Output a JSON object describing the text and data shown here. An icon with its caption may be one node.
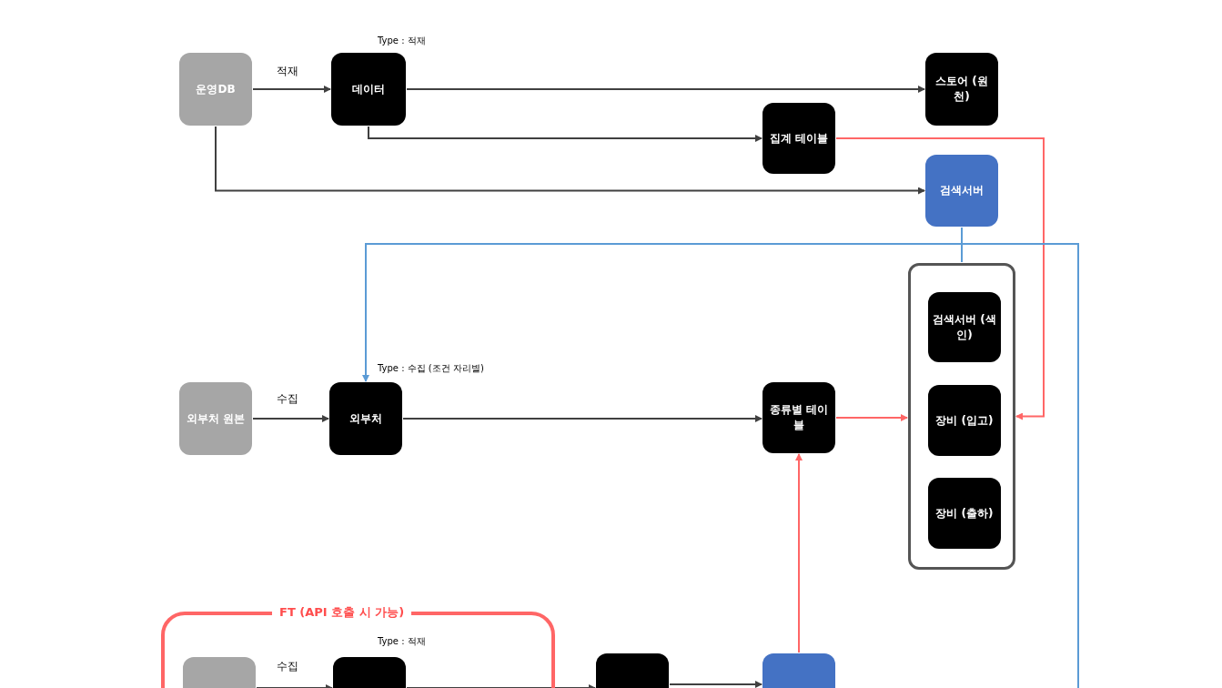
{
  "diagram": {
    "nodes": [
      {
        "text": [
          "운영DB"
        ]
      },
      {
        "text": [
          "데이터"
        ],
        "beside": [
          "Type : 적재"
        ]
      },
      {
        "text": [
          "스토어 (원천)"
        ]
      },
      {
        "text": [
          "집계 테이블"
        ]
      },
      {
        "text": [
          "검색서버"
        ]
      },
      {
        "text": [],
        "shape": "box"
      },
      {
        "text": [
          "검색서버 (색인)"
        ],
        "in": 5
      },
      {
        "text": [
          "장비 (입고)"
        ],
        "in": 5
      },
      {
        "text": [
          "장비 (출하)"
        ],
        "in": 5
      },
      {
        "text": [
          "외부처 원본"
        ]
      },
      {
        "text": [
          "외부처"
        ],
        "beside": [
          "Type : 수집 (조건 자리별)"
        ]
      },
      {
        "text": [
          "종류별 테이블"
        ]
      },
      {
        "text": [
          "FT (API 호출 시 가능)"
        ]
      },
      {
        "text": [],
        "shape": "box",
        "in": 12
      },
      {
        "text": [],
        "shape": "box",
        "in": 12,
        "beside": [
          "Type : 적재"
        ]
      },
      {
        "text": [],
        "shape": "box"
      },
      {
        "text": [],
        "shape": "box"
      }
    ],
    "edges": [
      {
        "from": 0,
        "to": 1,
        "arrow": "to",
        "label": "적재"
      },
      {
        "from": 1,
        "to": 2,
        "arrow": "to"
      },
      {
        "from": 1,
        "to": 3,
        "arrow": "to"
      },
      {
        "from": 0,
        "to": 4,
        "arrow": "to"
      },
      {
        "from": 3,
        "to": 5,
        "arrow": "to",
        "color": "#ff6666"
      },
      {
        "from": 4,
        "to": 5,
        "arrow": "none",
        "color": "#5b9bd5"
      },
      {
        "from": 4,
        "to": 10,
        "arrow": "to",
        "color": "#5b9bd5"
      },
      {
        "from": 4,
        "to": null,
        "arrow": "none",
        "color": "#5b9bd5"
      },
      {
        "from": 9,
        "to": 10,
        "arrow": "to",
        "label": "수집"
      },
      {
        "from": 10,
        "to": 11,
        "arrow": "to"
      },
      {
        "from": 11,
        "to": 5,
        "arrow": "to",
        "color": "#ff6666"
      },
      {
        "from": 13,
        "to": 14,
        "arrow": "to",
        "label": "수집"
      },
      {
        "from": 14,
        "to": 15,
        "arrow": "to"
      },
      {
        "from": 15,
        "to": 16,
        "arrow": "to"
      },
      {
        "from": 16,
        "to": 11,
        "arrow": "to",
        "color": "#ff6666"
      }
    ]
  }
}
